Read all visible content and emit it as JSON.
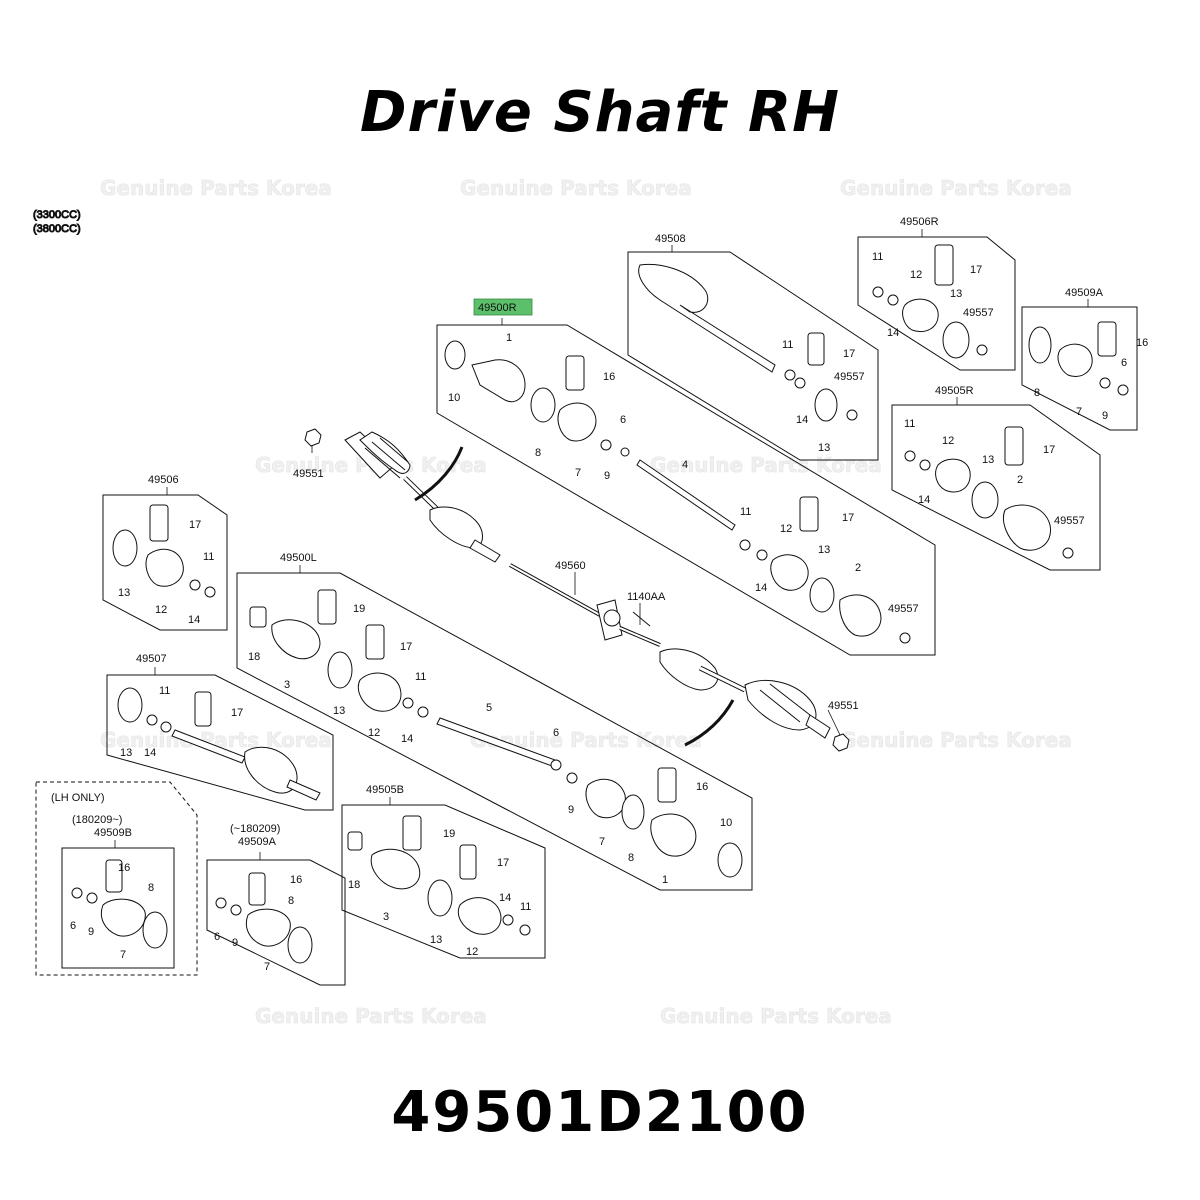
{
  "title": "Drive Shaft RH",
  "part_number": "49501D2100",
  "watermark": "Genuine Parts Korea",
  "highlight_color": "#5cbf6a",
  "engine_notes": [
    "(3300CC)",
    "(3800CC)"
  ],
  "lh_only_note": "(LH ONLY)",
  "date_from_note": "(180209~)",
  "date_to_note": "(~180209)",
  "labels": {
    "l49500R": "49500R",
    "l49508": "49508",
    "l49506R": "49506R",
    "l49509A_r": "49509A",
    "l49505R": "49505R",
    "l49506": "49506",
    "l49500L": "49500L",
    "l49507": "49507",
    "l49505B": "49505B",
    "l49509B": "49509B",
    "l49509A_l": "49509A",
    "l49560": "49560",
    "l1140AA": "1140AA",
    "l49551_a": "49551",
    "l49551_b": "49551",
    "l49557_a": "49557",
    "l49557_b": "49557",
    "l49557_c": "49557",
    "l49557_d": "49557",
    "n1": "1",
    "n2": "2",
    "n3": "3",
    "n4": "4",
    "n5": "5",
    "n6": "6",
    "n7": "7",
    "n8": "8",
    "n9": "9",
    "n10": "10",
    "n11": "11",
    "n12": "12",
    "n13": "13",
    "n14": "14",
    "n16": "16",
    "n17": "17",
    "n18": "18",
    "n19": "19"
  }
}
